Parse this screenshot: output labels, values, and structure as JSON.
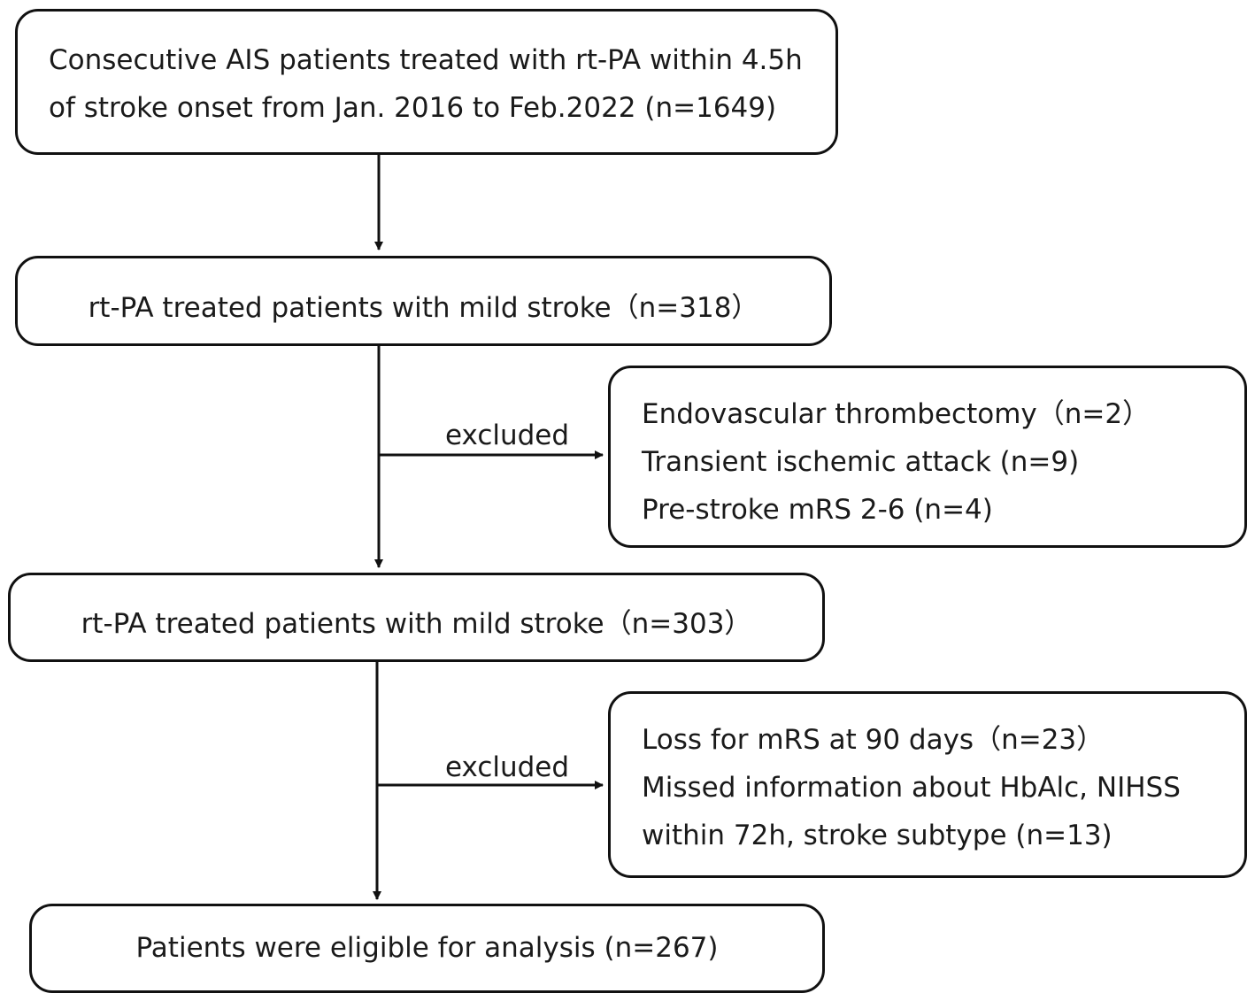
{
  "box1": {
    "lines": [
      "Consecutive AIS patients treated with rt-PA within 4.5h",
      "of stroke onset from Jan. 2016 to Feb.2022 (n=1649)"
    ]
  },
  "box2": {
    "text": "rt-PA treated patients with mild stroke（n=318）"
  },
  "exclusion1": {
    "label": "excluded",
    "lines": [
      "Endovascular thrombectomy（n=2）",
      "Transient ischemic attack (n=9)",
      "Pre-stroke mRS 2-6 (n=4)"
    ]
  },
  "box3": {
    "text": "rt-PA treated patients with mild stroke（n=303）"
  },
  "exclusion2": {
    "label": "excluded",
    "lines": [
      "Loss for mRS at 90 days（n=23）",
      "Missed information about HbAlc, NIHSS",
      "within 72h, stroke subtype (n=13)"
    ]
  },
  "box4": {
    "text": "Patients were eligible for analysis (n=267)"
  }
}
